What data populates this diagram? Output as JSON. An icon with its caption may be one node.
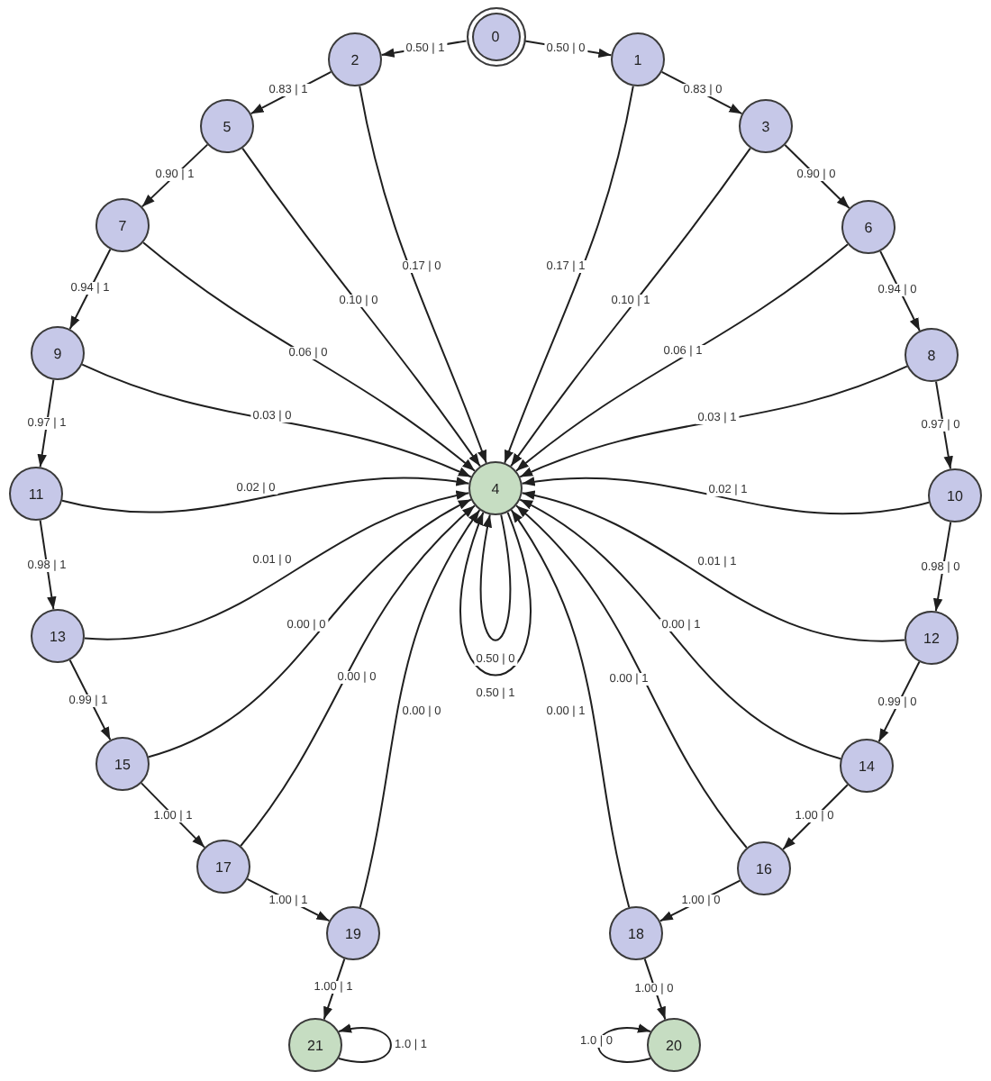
{
  "diagram": {
    "nodes": [
      {
        "text": [
          "0"
        ]
      },
      {
        "text": [
          "1"
        ]
      },
      {
        "text": [
          "2"
        ]
      },
      {
        "text": [
          "3"
        ]
      },
      {
        "text": [
          "4"
        ]
      },
      {
        "text": [
          "5"
        ]
      },
      {
        "text": [
          "6"
        ]
      },
      {
        "text": [
          "7"
        ]
      },
      {
        "text": [
          "8"
        ]
      },
      {
        "text": [
          "9"
        ]
      },
      {
        "text": [
          "10"
        ]
      },
      {
        "text": [
          "11"
        ]
      },
      {
        "text": [
          "12"
        ]
      },
      {
        "text": [
          "13"
        ]
      },
      {
        "text": [
          "14"
        ]
      },
      {
        "text": [
          "15"
        ]
      },
      {
        "text": [
          "16"
        ]
      },
      {
        "text": [
          "17"
        ]
      },
      {
        "text": [
          "18"
        ]
      },
      {
        "text": [
          "19"
        ]
      },
      {
        "text": [
          "20"
        ]
      },
      {
        "text": [
          "21"
        ]
      }
    ],
    "edges": [
      {
        "from": 0,
        "to": 2,
        "arrow": "to",
        "label": "0.50 | 1"
      },
      {
        "from": 0,
        "to": 1,
        "arrow": "to",
        "label": "0.50 | 0"
      },
      {
        "from": 1,
        "to": 3,
        "arrow": "to",
        "label": "0.83 | 0"
      },
      {
        "from": 1,
        "to": 4,
        "arrow": "to",
        "label": "0.17 | 1"
      },
      {
        "from": 2,
        "to": 5,
        "arrow": "to",
        "label": "0.83 | 1"
      },
      {
        "from": 2,
        "to": 4,
        "arrow": "to",
        "label": "0.17 | 0"
      },
      {
        "from": 3,
        "to": 6,
        "arrow": "to",
        "label": "0.90 | 0"
      },
      {
        "from": 3,
        "to": 4,
        "arrow": "to",
        "label": "0.10 | 1"
      },
      {
        "from": 4,
        "to": 4,
        "arrow": "to",
        "label": "0.50 | 0"
      },
      {
        "from": 4,
        "to": 4,
        "arrow": "to",
        "label": "0.50 | 1"
      },
      {
        "from": 5,
        "to": 7,
        "arrow": "to",
        "label": "0.90 | 1"
      },
      {
        "from": 5,
        "to": 4,
        "arrow": "to",
        "label": "0.10 | 0"
      },
      {
        "from": 6,
        "to": 8,
        "arrow": "to",
        "label": "0.94 | 0"
      },
      {
        "from": 6,
        "to": 4,
        "arrow": "to",
        "label": "0.06 | 1"
      },
      {
        "from": 7,
        "to": 9,
        "arrow": "to",
        "label": "0.94 | 1"
      },
      {
        "from": 7,
        "to": 4,
        "arrow": "to",
        "label": "0.06 | 0"
      },
      {
        "from": 8,
        "to": 10,
        "arrow": "to",
        "label": "0.97 | 0"
      },
      {
        "from": 8,
        "to": 4,
        "arrow": "to",
        "label": "0.03 | 1"
      },
      {
        "from": 9,
        "to": 11,
        "arrow": "to",
        "label": "0.97 | 1"
      },
      {
        "from": 9,
        "to": 4,
        "arrow": "to",
        "label": "0.03 | 0"
      },
      {
        "from": 10,
        "to": 12,
        "arrow": "to",
        "label": "0.98 | 0"
      },
      {
        "from": 10,
        "to": 4,
        "arrow": "to",
        "label": "0.02 | 1"
      },
      {
        "from": 11,
        "to": 13,
        "arrow": "to",
        "label": "0.98 | 1"
      },
      {
        "from": 11,
        "to": 4,
        "arrow": "to",
        "label": "0.02 | 0"
      },
      {
        "from": 12,
        "to": 14,
        "arrow": "to",
        "label": "0.99 | 0"
      },
      {
        "from": 12,
        "to": 4,
        "arrow": "to",
        "label": "0.01 | 1"
      },
      {
        "from": 13,
        "to": 15,
        "arrow": "to",
        "label": "0.99 | 1"
      },
      {
        "from": 13,
        "to": 4,
        "arrow": "to",
        "label": "0.01 | 0"
      },
      {
        "from": 14,
        "to": 16,
        "arrow": "to",
        "label": "1.00 | 0"
      },
      {
        "from": 14,
        "to": 4,
        "arrow": "to",
        "label": "0.00 | 1"
      },
      {
        "from": 15,
        "to": 17,
        "arrow": "to",
        "label": "1.00 | 1"
      },
      {
        "from": 15,
        "to": 4,
        "arrow": "to",
        "label": "0.00 | 0"
      },
      {
        "from": 16,
        "to": 18,
        "arrow": "to",
        "label": "1.00 | 0"
      },
      {
        "from": 16,
        "to": 4,
        "arrow": "to",
        "label": "0.00 | 1"
      },
      {
        "from": 17,
        "to": 19,
        "arrow": "to",
        "label": "1.00 | 1"
      },
      {
        "from": 17,
        "to": 4,
        "arrow": "to",
        "label": "0.00 | 0"
      },
      {
        "from": 18,
        "to": 20,
        "arrow": "to",
        "label": "1.00 | 0"
      },
      {
        "from": 18,
        "to": 4,
        "arrow": "to",
        "label": "0.00 | 1"
      },
      {
        "from": 19,
        "to": 21,
        "arrow": "to",
        "label": "1.00 | 1"
      },
      {
        "from": 19,
        "to": 4,
        "arrow": "to",
        "label": "0.00 | 0"
      },
      {
        "from": 20,
        "to": 20,
        "arrow": "to",
        "label": "1.0 | 0"
      },
      {
        "from": 21,
        "to": 21,
        "arrow": "to",
        "label": "1.0 | 1"
      }
    ]
  }
}
